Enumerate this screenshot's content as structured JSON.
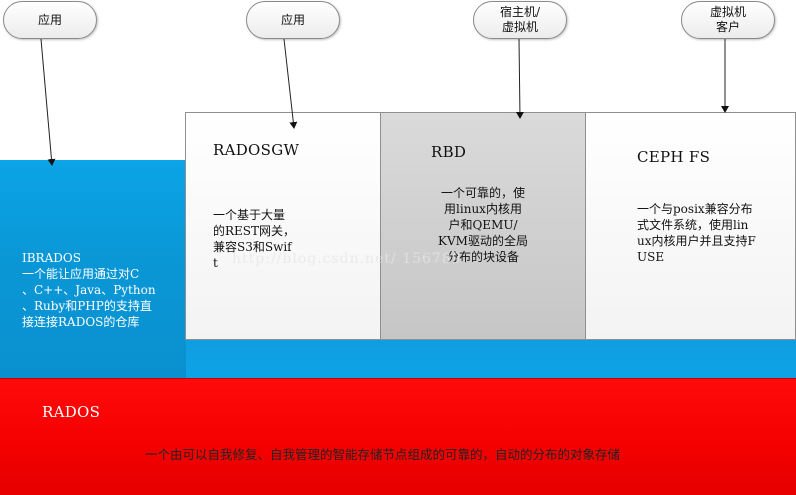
{
  "bubbles": {
    "app1": "应用",
    "app2": "应用",
    "host_l1": "宿主机/",
    "host_l2": "虚拟机",
    "vm_l1": "虚拟机",
    "vm_l2": "客户"
  },
  "librados": {
    "lines": [
      "IBRADOS",
      "一个能让应用通过对C",
      "、C++、Java、Python",
      "、Ruby和PHP的支持直",
      "接连接RADOS的仓库"
    ]
  },
  "radosgw": {
    "title": "RADOSGW",
    "lines": [
      "一个基于大量",
      "的REST网关，",
      "兼容S3和Swif",
      "t"
    ]
  },
  "rbd": {
    "title": "RBD",
    "lines": [
      "一个可靠的，使",
      "用linux内核用",
      "户和QEMU/",
      "KVM驱动的全局",
      "分布的块设备"
    ]
  },
  "cephfs": {
    "title": "CEPH FS",
    "lines": [
      "一个与posix兼容分布",
      "式文件系统，使用lin",
      "ux内核用户并且支持F",
      "USE"
    ]
  },
  "rados": {
    "title": "RADOS",
    "desc": "一个由可以自我修复、自我管理的智能存储节点组成的可靠的，自动的分布的对象存储"
  },
  "watermark": "http://blog.csdn.net/        156789"
}
